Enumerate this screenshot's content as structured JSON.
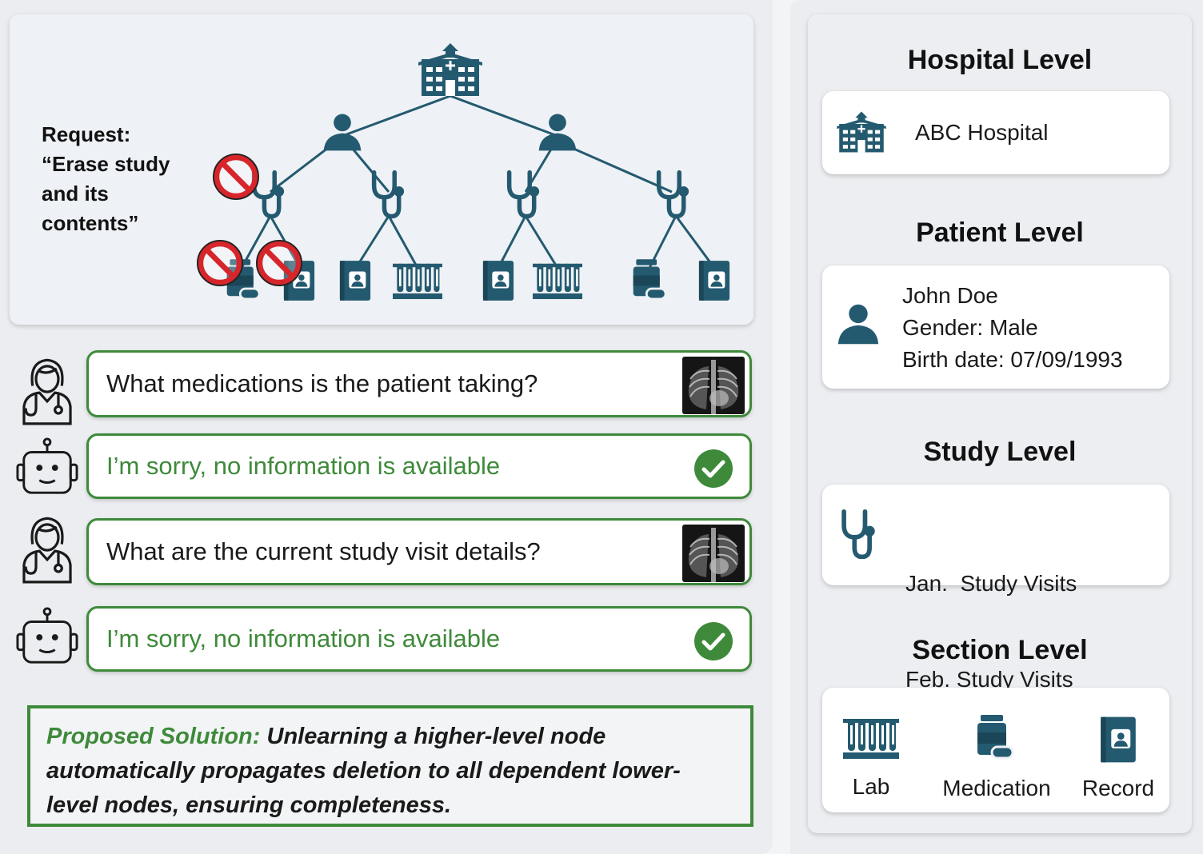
{
  "colors": {
    "icon": "#245a70",
    "accent_green": "#3e8a3a",
    "forbidden_red": "#d7262b"
  },
  "request": {
    "label": "Request:",
    "quote_lines": [
      "“Erase study",
      "and its",
      "contents”"
    ]
  },
  "tree": {
    "root_icon": "hospital-icon",
    "patient_icon": "patient-icon",
    "study_icon": "stethoscope-icon",
    "section_icons": [
      "medication-icon",
      "record-icon",
      "record-icon",
      "lab-icon",
      "record-icon",
      "lab-icon",
      "medication-icon",
      "record-icon"
    ],
    "erased_marker_icon": "forbidden-icon"
  },
  "chat": [
    {
      "role": "doctor",
      "text": "What medications is the patient taking?",
      "attachment": "xray-image"
    },
    {
      "role": "bot",
      "text": "I’m sorry, no information is available",
      "status": "check-icon"
    },
    {
      "role": "doctor",
      "text": "What are the current study visit details?",
      "attachment": "xray-image"
    },
    {
      "role": "bot",
      "text": "I’m sorry, no information is available",
      "status": "check-icon"
    }
  ],
  "solution": {
    "lead": "Proposed Solution:",
    "body_lines": [
      " Unlearning a higher-level node",
      "automatically propagates deletion to all dependent lower-",
      "level nodes, ensuring completeness."
    ]
  },
  "levels": {
    "hospital": {
      "title": "Hospital Level",
      "name": "ABC Hospital"
    },
    "patient": {
      "title": "Patient Level",
      "lines": [
        "John Doe",
        "Gender: Male",
        "Birth date: 07/09/1993"
      ]
    },
    "study": {
      "title": "Study Level",
      "lines": [
        "Jan.  Study Visits",
        "Feb. Study Visits"
      ]
    },
    "section": {
      "title": "Section Level",
      "items": [
        "Lab",
        "Medication",
        "Record"
      ]
    }
  }
}
